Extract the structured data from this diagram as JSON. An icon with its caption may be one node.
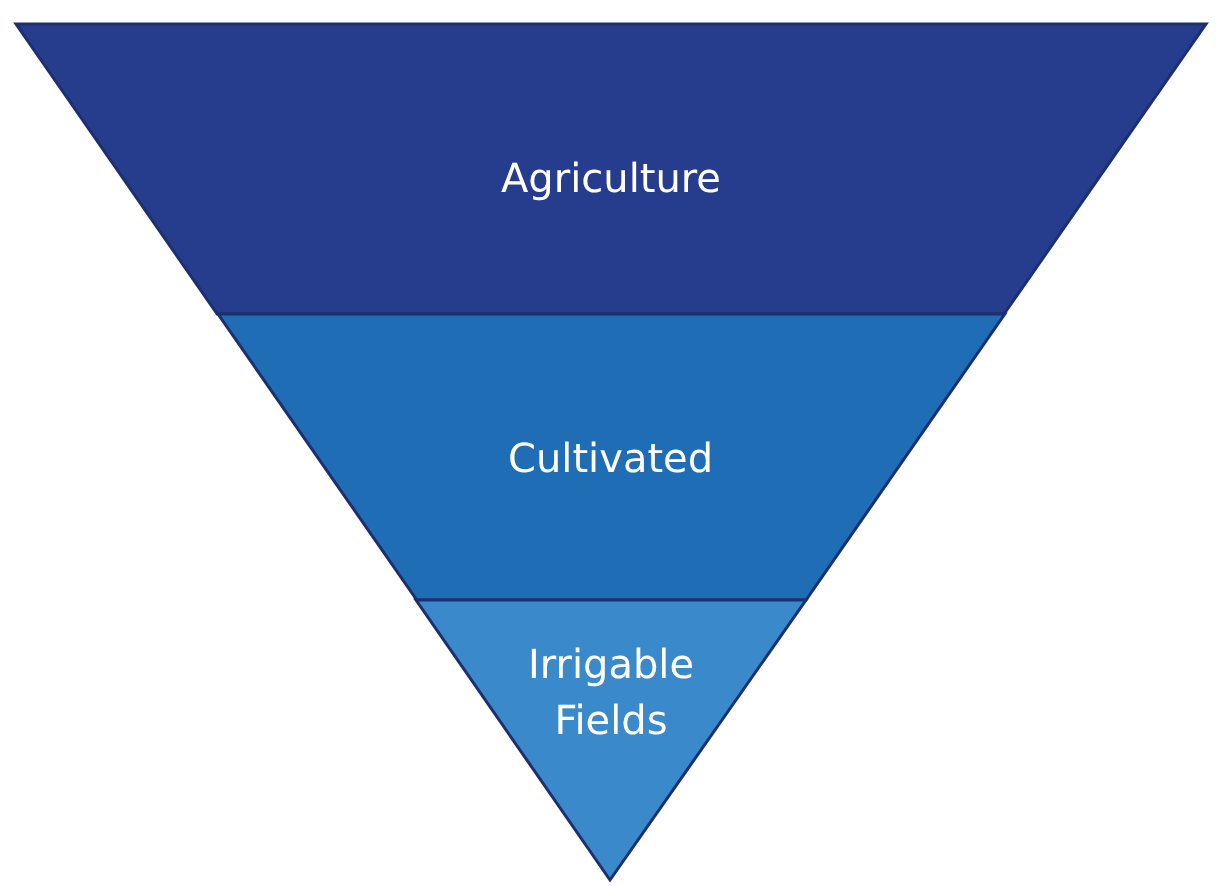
{
  "diagram": {
    "nodes": [
      {
        "text": [
          "Agriculture"
        ]
      },
      {
        "text": [
          "Cultivated"
        ]
      },
      {
        "text": [
          "Irrigable Fields"
        ]
      }
    ]
  }
}
